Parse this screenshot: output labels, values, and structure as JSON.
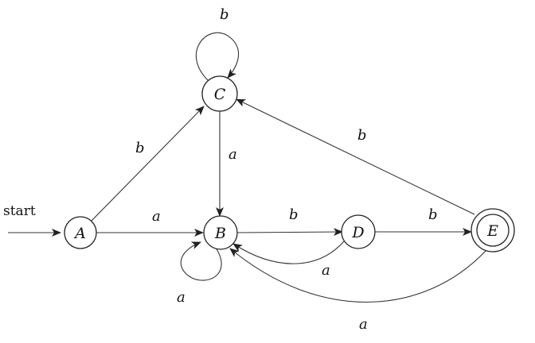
{
  "diagram": {
    "start_label": "start",
    "states": [
      {
        "id": "A",
        "label": "A",
        "accepting": false
      },
      {
        "id": "B",
        "label": "B",
        "accepting": false
      },
      {
        "id": "C",
        "label": "C",
        "accepting": false
      },
      {
        "id": "D",
        "label": "D",
        "accepting": false
      },
      {
        "id": "E",
        "label": "E",
        "accepting": true
      }
    ],
    "transitions": [
      {
        "from": "A",
        "to": "B",
        "label": "a"
      },
      {
        "from": "A",
        "to": "C",
        "label": "b"
      },
      {
        "from": "C",
        "to": "C",
        "label": "b"
      },
      {
        "from": "C",
        "to": "B",
        "label": "a"
      },
      {
        "from": "B",
        "to": "B",
        "label": "a"
      },
      {
        "from": "B",
        "to": "D",
        "label": "b"
      },
      {
        "from": "D",
        "to": "B",
        "label": "a"
      },
      {
        "from": "D",
        "to": "E",
        "label": "b"
      },
      {
        "from": "E",
        "to": "C",
        "label": "b"
      },
      {
        "from": "E",
        "to": "B",
        "label": "a"
      }
    ]
  }
}
